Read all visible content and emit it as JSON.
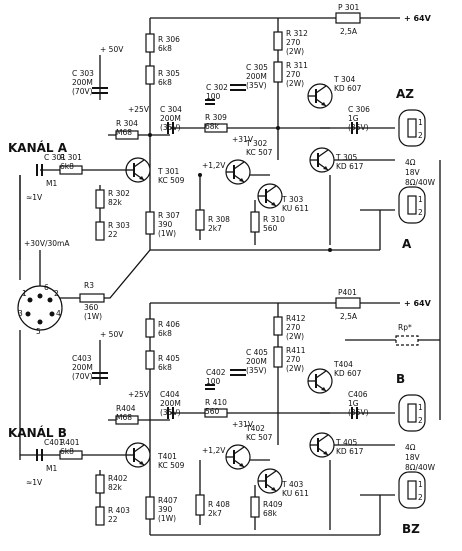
{
  "channels": [
    {
      "key": "A",
      "title": "KANÁL A",
      "speaker_top": "AZ",
      "speaker_bottom": "A",
      "speaker_spec": [
        "4Ω",
        "18V",
        "8Ω/40W"
      ],
      "rail_fuse": {
        "name": "P 301",
        "value": "2,5A"
      },
      "supply_out": "+ 64V",
      "v_50": "+ 50V",
      "v_25": "+25V",
      "v_31": "+31V",
      "v_12": "+1,2V",
      "v_input": "≈1V",
      "c_in": {
        "name": "C 301",
        "value": "M1"
      },
      "resistors": [
        {
          "name": "R 301",
          "value": "6k8"
        },
        {
          "name": "R 302",
          "value": "82k"
        },
        {
          "name": "R 303",
          "value": "22"
        },
        {
          "name": "R 304",
          "value": "M68"
        },
        {
          "name": "R 305",
          "value": "6k8"
        },
        {
          "name": "R 306",
          "value": "6k8"
        },
        {
          "name": "R 307",
          "value": "390",
          "note": "(1W)"
        },
        {
          "name": "R 308",
          "value": "2k7"
        },
        {
          "name": "R 309",
          "value": "68k"
        },
        {
          "name": "R 310",
          "value": "560"
        },
        {
          "name": "R 311",
          "value": "270",
          "note": "(2W)"
        },
        {
          "name": "R 312",
          "value": "270",
          "note": "(2W)"
        }
      ],
      "capacitors": [
        {
          "name": "C 302",
          "value": "100"
        },
        {
          "name": "C 303",
          "value": "200M",
          "note": "(70V)"
        },
        {
          "name": "C 304",
          "value": "200M",
          "note": "(35V)"
        },
        {
          "name": "C 305",
          "value": "200M",
          "note": "(35V)"
        },
        {
          "name": "C 306",
          "value": "1G",
          "note": "(35V)"
        }
      ],
      "transistors": [
        {
          "name": "T 301",
          "type": "KC 509"
        },
        {
          "name": "T 302",
          "type": "KC 507"
        },
        {
          "name": "T 303",
          "type": "KU 611"
        },
        {
          "name": "T 304",
          "type": "KD 607"
        },
        {
          "name": "T 305",
          "type": "KD 617"
        }
      ]
    },
    {
      "key": "B",
      "title": "KANÁL B",
      "speaker_top": "B",
      "speaker_bottom": "BZ",
      "speaker_spec": [
        "4Ω",
        "18V",
        "8Ω/40W"
      ],
      "rail_fuse": {
        "name": "P401",
        "value": "2,5A"
      },
      "supply_out": "+ 64V",
      "v_50": "+ 50V",
      "v_25": "+25V",
      "v_31": "+31V",
      "v_12": "+1,2V",
      "v_input": "≈1V",
      "c_in": {
        "name": "C401",
        "value": "M1"
      },
      "resistors": [
        {
          "name": "R401",
          "value": "6k8"
        },
        {
          "name": "R402",
          "value": "82k"
        },
        {
          "name": "R 403",
          "value": "22"
        },
        {
          "name": "R404",
          "value": "M68"
        },
        {
          "name": "R 405",
          "value": "6k8"
        },
        {
          "name": "R 406",
          "value": "6k8"
        },
        {
          "name": "R407",
          "value": "390",
          "note": "(1W)"
        },
        {
          "name": "R 408",
          "value": "2k7"
        },
        {
          "name": "R 410",
          "value": "560"
        },
        {
          "name": "R409",
          "value": "68k"
        },
        {
          "name": "R411",
          "value": "270",
          "note": "(2W)"
        },
        {
          "name": "R412",
          "value": "270",
          "note": "(2W)"
        }
      ],
      "capacitors": [
        {
          "name": "C402",
          "value": "100"
        },
        {
          "name": "C403",
          "value": "200M",
          "note": "(70V)"
        },
        {
          "name": "C404",
          "value": "200M",
          "note": "(35V)"
        },
        {
          "name": "C 405",
          "value": "200M",
          "note": "(35V)"
        },
        {
          "name": "C406",
          "value": "1G",
          "note": "(35V)"
        }
      ],
      "transistors": [
        {
          "name": "T401",
          "type": "KC 509"
        },
        {
          "name": "T402",
          "type": "KC 507"
        },
        {
          "name": "T 403",
          "type": "KU 611"
        },
        {
          "name": "T404",
          "type": "KD 607"
        },
        {
          "name": "T 405",
          "type": "KD 617"
        }
      ]
    }
  ],
  "shared": {
    "supply_30": "+30V/30mA",
    "r3": {
      "name": "R3",
      "value": "360",
      "note": "(1W)"
    },
    "rp": "Rp*",
    "connector_pins": [
      "1",
      "2",
      "3",
      "4",
      "5",
      "6"
    ]
  }
}
